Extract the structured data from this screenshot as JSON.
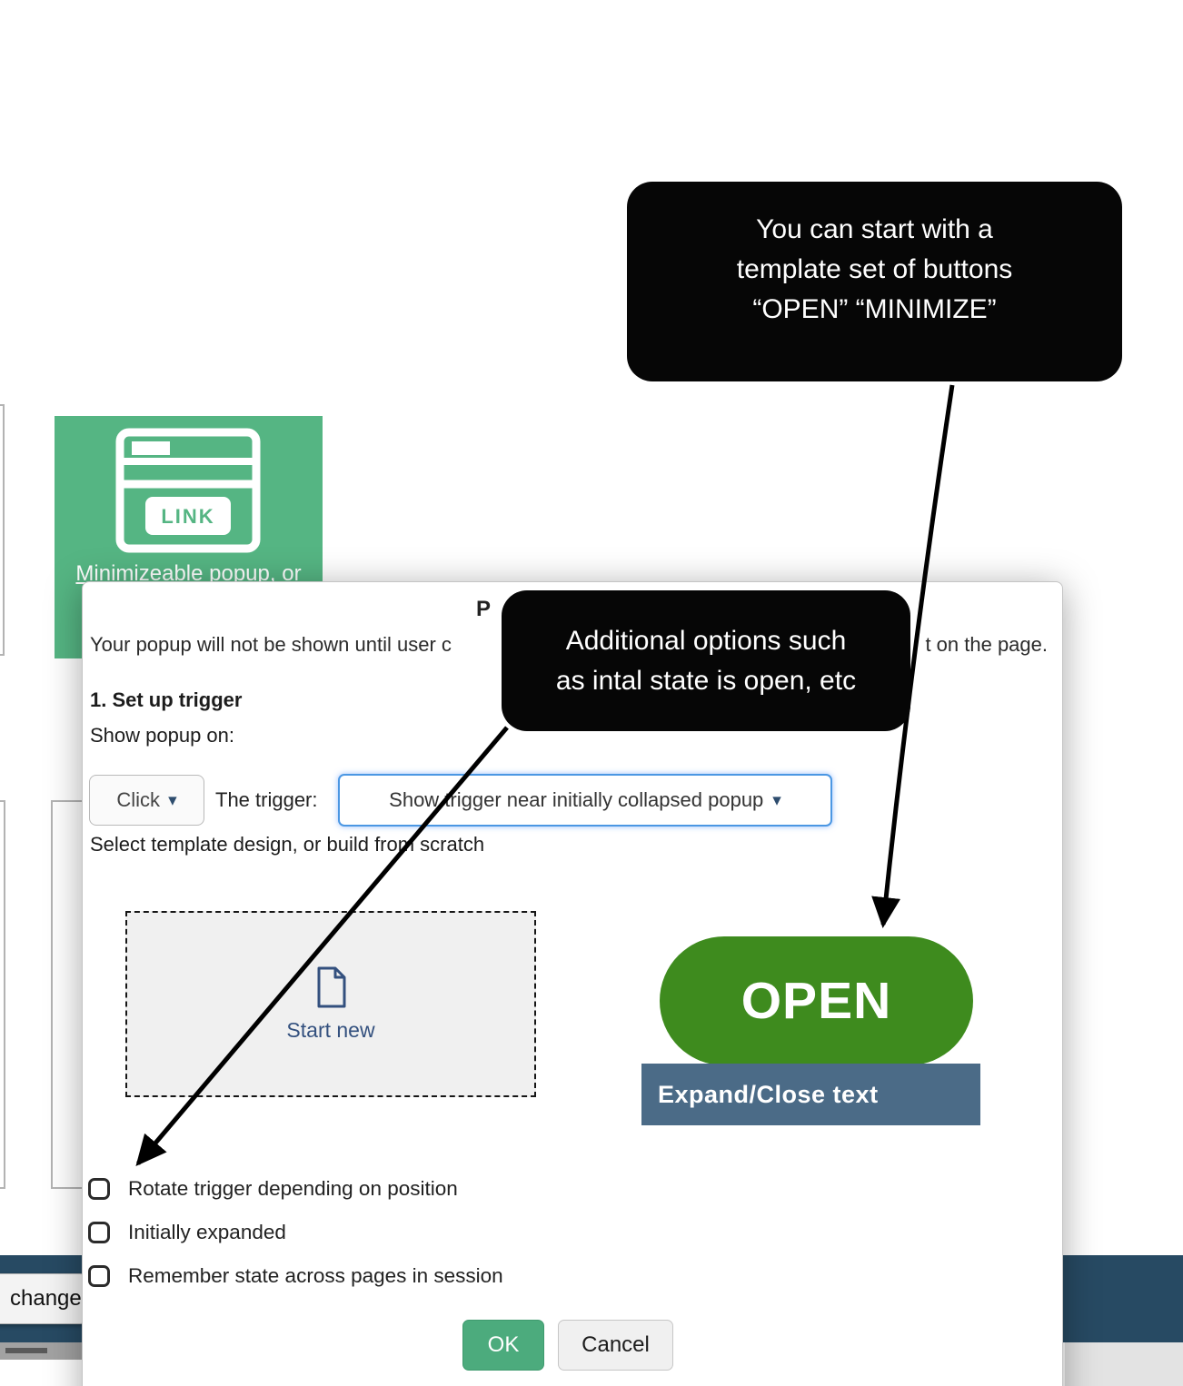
{
  "annotations": {
    "callout_top": {
      "line1": "You can start with a",
      "line2": "template set of buttons",
      "line3": "“OPEN” “MINIMIZE”"
    },
    "callout_mid": {
      "line1": "Additional options such",
      "line2": "as intal state is open, etc"
    }
  },
  "background": {
    "tile": {
      "label": "Minimizeable popup, or",
      "badge": "LINK"
    },
    "change_button": "change"
  },
  "modal": {
    "title_visible": "P",
    "intro": {
      "left": "Your popup will not be shown until user c",
      "right": "t on the page."
    },
    "section1": {
      "heading": "1. Set up trigger",
      "show_popup_on": "Show popup on:",
      "event_select": "Click",
      "trigger_label": "The trigger:",
      "trigger_select": "Show trigger near initially collapsed popup",
      "template_hint": "Select template design, or build from scratch"
    },
    "start_new": "Start new",
    "preview": {
      "open_button": "OPEN",
      "expand_close": "Expand/Close text"
    },
    "checkboxes": [
      {
        "label": "Rotate trigger depending on position",
        "checked": false
      },
      {
        "label": "Initially expanded",
        "checked": false
      },
      {
        "label": "Remember state across pages in session",
        "checked": false
      }
    ],
    "ok": "OK",
    "cancel": "Cancel"
  },
  "icons": {
    "caret_down": "▾"
  },
  "colors": {
    "tile_green": "#55b583",
    "open_green": "#3e8b1e",
    "slate_bar": "#4b6b87",
    "teal_bar": "#274a63",
    "ok_green": "#4cab7d",
    "select_focus_blue": "#4b97e3",
    "navy_accent": "#33507e",
    "callout_black": "#060606"
  }
}
